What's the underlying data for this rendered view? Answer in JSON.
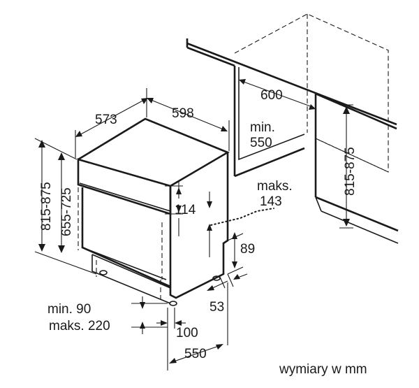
{
  "labels": {
    "depth_573": "573",
    "width_598": "598",
    "niche_width_600": "600",
    "niche_depth_min_1": "min.",
    "niche_depth_min_2": "550",
    "height_815_875_left": "815-875",
    "height_655_725": "655-725",
    "height_815_875_right": "815-875",
    "panel_max_1": "maks.",
    "panel_max_2": "143",
    "dim_114": "114",
    "dim_89": "89",
    "dim_53": "53",
    "plinth_min": "min. 90",
    "plinth_max": "maks. 220",
    "dim_100": "100",
    "dim_550_bottom": "550"
  },
  "caption": "wymiary w mm"
}
